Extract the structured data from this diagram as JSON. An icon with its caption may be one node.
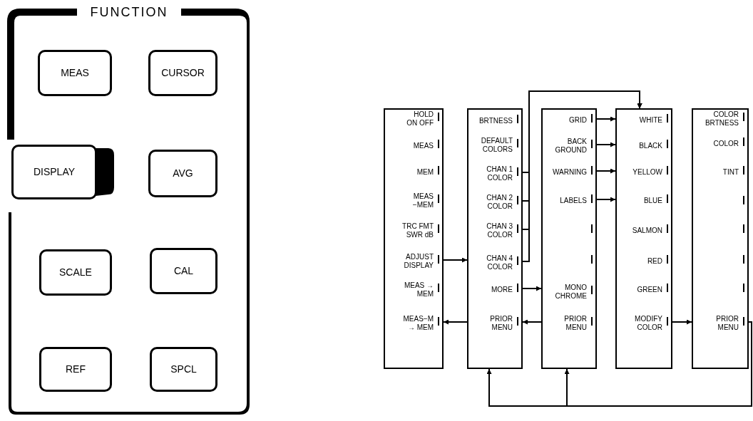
{
  "diagram": {
    "nodes": [
      {
        "text": [
          "FUNCTION"
        ]
      },
      {
        "text": [
          "MEAS"
        ],
        "in": 0
      },
      {
        "text": [
          "CURSOR"
        ],
        "in": 0
      },
      {
        "text": [
          "DISPLAY"
        ],
        "in": 0
      },
      {
        "text": [
          "AVG"
        ],
        "in": 0
      },
      {
        "text": [
          "SCALE"
        ],
        "in": 0
      },
      {
        "text": [
          "CAL"
        ],
        "in": 0
      },
      {
        "text": [
          "REF"
        ],
        "in": 0
      },
      {
        "text": [
          "SPCL"
        ],
        "in": 0
      },
      {
        "text": [],
        "shape": "box"
      },
      {
        "text": [
          "HOLD ON OFF"
        ],
        "in": 9
      },
      {
        "text": [
          "MEAS"
        ],
        "in": 9
      },
      {
        "text": [
          "MEM"
        ],
        "in": 9
      },
      {
        "text": [
          "MEAS −MEM"
        ],
        "in": 9
      },
      {
        "text": [
          "TRC FMT SWR dB"
        ],
        "in": 9
      },
      {
        "text": [
          "ADJUST DISPLAY"
        ],
        "in": 9
      },
      {
        "text": [
          "MEAS → MEM"
        ],
        "in": 9
      },
      {
        "text": [
          "MEAS−M → MEM"
        ],
        "in": 9
      },
      {
        "text": [],
        "shape": "box"
      },
      {
        "text": [
          "BRTNESS"
        ],
        "in": 18
      },
      {
        "text": [
          "DEFAULT COLORS"
        ],
        "in": 18
      },
      {
        "text": [
          "CHAN 1 COLOR"
        ],
        "in": 18
      },
      {
        "text": [
          "CHAN 2 COLOR"
        ],
        "in": 18
      },
      {
        "text": [
          "CHAN 3 COLOR"
        ],
        "in": 18
      },
      {
        "text": [
          "CHAN 4 COLOR"
        ],
        "in": 18
      },
      {
        "text": [
          "MORE"
        ],
        "in": 18
      },
      {
        "text": [
          "PRIOR MENU"
        ],
        "in": 18
      },
      {
        "text": [],
        "shape": "box"
      },
      {
        "text": [
          "GRID"
        ],
        "in": 27
      },
      {
        "text": [
          "BACK GROUND"
        ],
        "in": 27
      },
      {
        "text": [
          "WARNING"
        ],
        "in": 27
      },
      {
        "text": [
          "LABELS"
        ],
        "in": 27
      },
      {
        "text": [
          "MONO CHROME"
        ],
        "in": 27
      },
      {
        "text": [
          "PRIOR MENU"
        ],
        "in": 27
      },
      {
        "text": [],
        "shape": "box"
      },
      {
        "text": [
          "WHITE"
        ],
        "in": 34
      },
      {
        "text": [
          "BLACK"
        ],
        "in": 34
      },
      {
        "text": [
          "YELLOW"
        ],
        "in": 34
      },
      {
        "text": [
          "BLUE"
        ],
        "in": 34
      },
      {
        "text": [
          "SALMON"
        ],
        "in": 34
      },
      {
        "text": [
          "RED"
        ],
        "in": 34
      },
      {
        "text": [
          "GREEN"
        ],
        "in": 34
      },
      {
        "text": [
          "MODIFY COLOR"
        ],
        "in": 34
      },
      {
        "text": [],
        "shape": "box"
      },
      {
        "text": [
          "COLOR BRTNESS"
        ],
        "in": 43
      },
      {
        "text": [
          "COLOR"
        ],
        "in": 43
      },
      {
        "text": [
          "TINT"
        ],
        "in": 43
      },
      {
        "text": [
          "PRIOR MENU"
        ],
        "in": 43
      }
    ],
    "edges": [
      {
        "from": 15,
        "to": 18,
        "arrow": "to"
      },
      {
        "from": 21,
        "to": 34,
        "arrow": "to"
      },
      {
        "from": 22,
        "to": 34,
        "arrow": "to"
      },
      {
        "from": 23,
        "to": 34,
        "arrow": "to"
      },
      {
        "from": 24,
        "to": 34,
        "arrow": "to"
      },
      {
        "from": 25,
        "to": 27,
        "arrow": "to"
      },
      {
        "from": 28,
        "to": 34,
        "arrow": "to"
      },
      {
        "from": 29,
        "to": 34,
        "arrow": "to"
      },
      {
        "from": 30,
        "to": 34,
        "arrow": "to"
      },
      {
        "from": 31,
        "to": 34,
        "arrow": "to"
      },
      {
        "from": 26,
        "to": 9,
        "arrow": "to"
      },
      {
        "from": 33,
        "to": 18,
        "arrow": "to"
      },
      {
        "from": 42,
        "to": 43,
        "arrow": "to"
      },
      {
        "from": 47,
        "to": 18,
        "arrow": "to"
      },
      {
        "from": 47,
        "to": 27,
        "arrow": "to"
      }
    ]
  }
}
